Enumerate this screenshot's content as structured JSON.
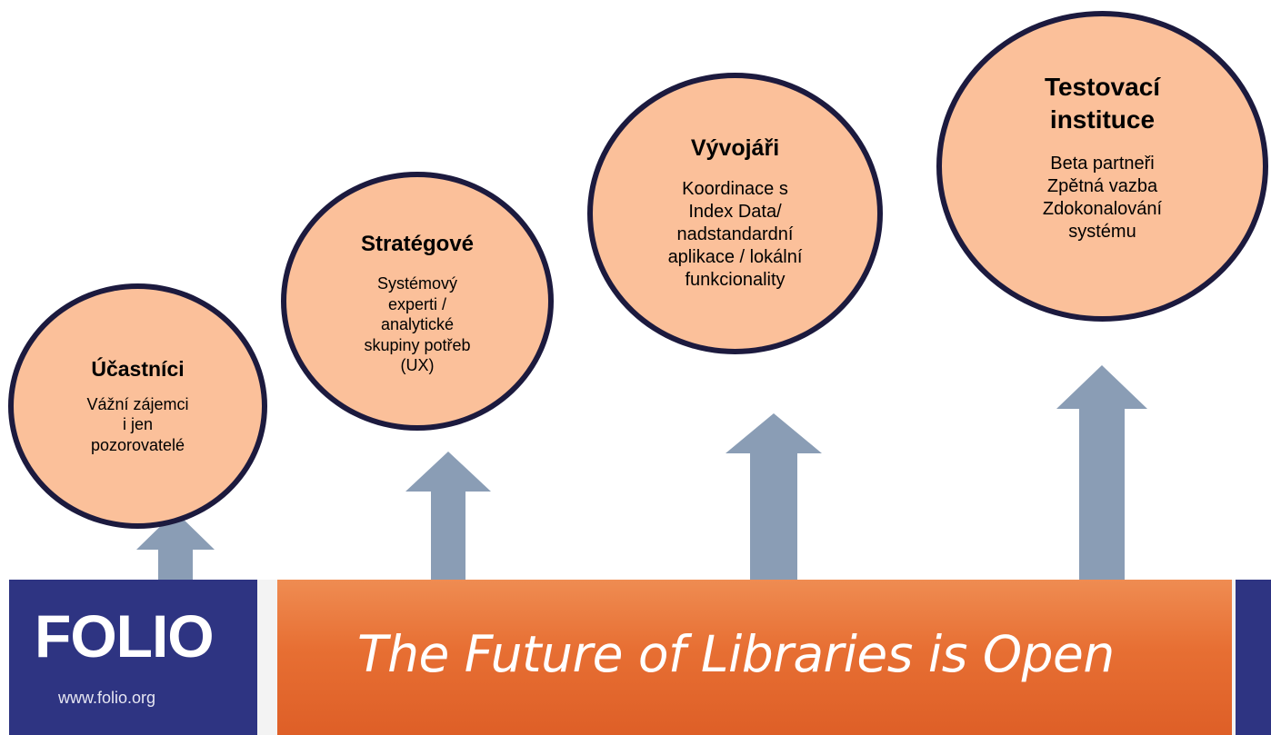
{
  "colors": {
    "circle_fill": "#fbc09a",
    "circle_border": "#1c1a3e",
    "arrow": "#8a9db5",
    "brand_blue": "#2e3482",
    "banner_orange": "#e76f33"
  },
  "stages": [
    {
      "title": "Účastníci",
      "lines": [
        "Vážní zájemci",
        "i jen",
        "pozorovatelé"
      ]
    },
    {
      "title": "Stratégové",
      "lines": [
        "Systémový",
        "experti /",
        "analytické",
        "skupiny potřeb",
        "(UX)"
      ]
    },
    {
      "title": "Vývojáři",
      "lines": [
        "Koordinace s",
        "Index Data/",
        "nadstandardní",
        "aplikace / lokální",
        "funkcionality"
      ]
    },
    {
      "title_lines": [
        "Testovací",
        "instituce"
      ],
      "lines": [
        "Beta partneři",
        "Zpětná vazba",
        "Zdokonalování",
        "systému"
      ]
    }
  ],
  "banner": {
    "logo": "FOLIO",
    "url": "www.folio.org",
    "tagline": "The Future of Libraries is Open"
  }
}
